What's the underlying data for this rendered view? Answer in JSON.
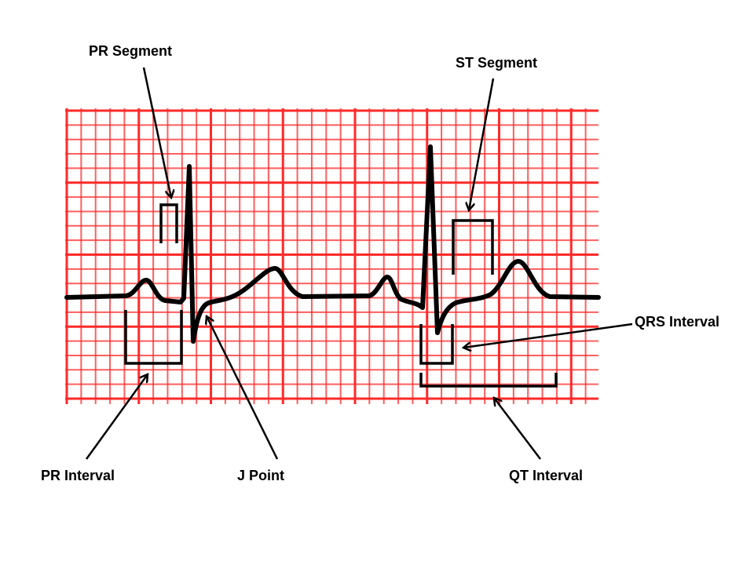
{
  "labels": {
    "pr_segment": "PR Segment",
    "st_segment": "ST Segment",
    "qrs_interval": "QRS Interval",
    "pr_interval": "PR Interval",
    "j_point": "J Point",
    "qt_interval": "QT Interval"
  },
  "colors": {
    "grid": "#ff2a2a",
    "trace": "#000000"
  }
}
